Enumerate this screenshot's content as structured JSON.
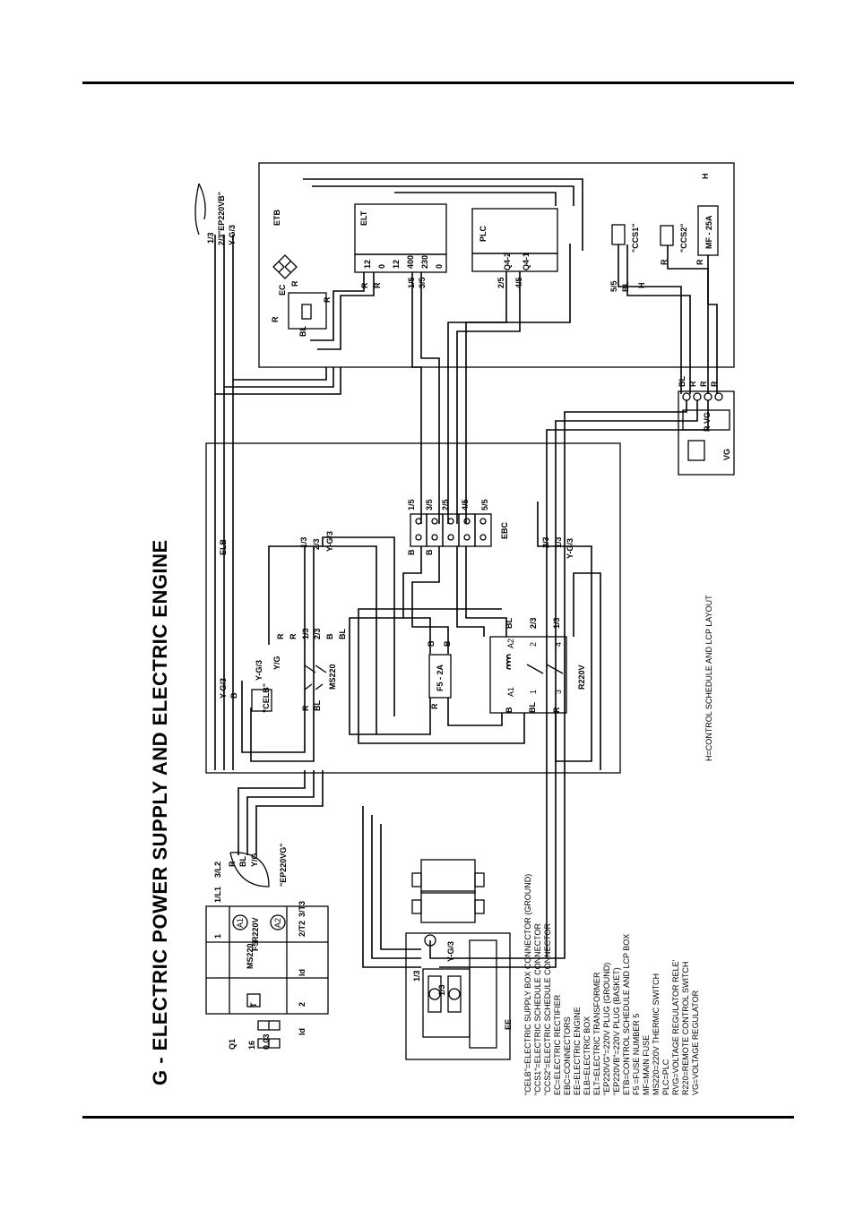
{
  "title": "G - ELECTRIC POWER SUPPLY AND ELECTRIC ENGINE",
  "components": {
    "etb": "ETB",
    "elb": "ELB",
    "elt": "ELT",
    "plc": "PLC",
    "ec": "EC",
    "ebc": "EBC",
    "ee": "EE",
    "vg": "VG",
    "rvg": "R VG",
    "f5": "F5",
    "f5_2a": "F5 - 2A",
    "ms220": "MS220",
    "r220v": "R220V",
    "mf25a": "MF - 25A",
    "ccs1": "\"CCS1\"",
    "ccs2": "\"CCS2\"",
    "celb": "\"CELB\"",
    "ep220vb": "\"EP220VB\"",
    "ep220vg": "\"EP220VG\"",
    "q1": "Q1",
    "t": "T"
  },
  "elt_terminals": [
    "12",
    "0",
    "12",
    "400",
    "230",
    "0"
  ],
  "plc_terminals": [
    "Q4-2",
    "Q4-1"
  ],
  "ebc_terminals": [
    "1/5",
    "3/5",
    "2/5",
    "4/5",
    "5/5"
  ],
  "ccs1_wires": [
    "5/5",
    "BL",
    "H"
  ],
  "ccs2_wires": [
    "R",
    "R",
    "H"
  ],
  "rvg_wires": [
    "BL",
    "R",
    "R",
    "R"
  ],
  "ep220vb_wires": [
    "1/3",
    "2/3",
    "Y-G/3"
  ],
  "ep220vg_wires": [
    "R",
    "BL",
    "Y/G"
  ],
  "elb_wires": [
    "1/3",
    "2/3",
    "Y-G/3"
  ],
  "ms220_wires": [
    "R",
    "R",
    "1/3",
    "2/3",
    "B",
    "BL"
  ],
  "celb_wires": [
    "Y-G/3",
    "B",
    "Y-G/3",
    "Y/G"
  ],
  "relay_pins": [
    "A1",
    "A2",
    "1",
    "2",
    "3",
    "4"
  ],
  "relay_wires": [
    "B",
    "BL",
    "BL",
    "2/3",
    "1/3",
    "R"
  ],
  "elb_right_wires": [
    "2/3",
    "1/3",
    "Y-G/3"
  ],
  "ec_wires": [
    "R",
    "R",
    "R",
    "BL",
    "R"
  ],
  "misc_labels": [
    "1/5",
    "3/5",
    "2/5",
    "4/5",
    "B",
    "B",
    "R",
    "R",
    "R",
    "R",
    "BL",
    "B",
    "B"
  ],
  "ms_table": {
    "row1": [
      "1",
      "1/L1",
      "3/L2"
    ],
    "row2": [
      "2",
      "2/T2",
      "3/T3"
    ],
    "q1_values": [
      "16",
      "0.03"
    ],
    "id": "Id",
    "coils": [
      "A1",
      "A2"
    ]
  },
  "ee_labels": [
    "1/3",
    "Y-G/3",
    "1/3"
  ],
  "bottom_note": "H=CONTROL SCHEDULE AND LCP LAYOUT",
  "legend": [
    "\"CELB\"=ELECTRIC SUPPLY BOX CONNECTOR (GROUND)",
    "\"CCS1\"=ELECTRIC SCHEDULE CONNECTOR",
    "\"CCS2\"=ELECTRIC SCHEDULE CONNECTOR",
    "EC=ELECTRIC RECTIFIER",
    "EBC=CONNECTORS",
    "EE=ELECTRIC ENGINE",
    "ELB=ELECTRIC BOX",
    "ELT=ELECTRIC TRANSFORMER",
    "\"EP220VG\"=220V PLUG (GROUND)",
    "\"EP220VB\"=220V PLUG (BASKET)",
    "ETB=CONTROL SCHEDULE AND LCP BOX",
    "F5 =FUSE NUMBER 5",
    "MF=MAIN FUSE",
    "MS220=220V THERMIC SWITCH",
    "PLC=PLC",
    "RVG=VOLTAGE REGULATOR RELE'",
    "R220=REMOTE CONTROL SWITCH",
    "VG=VOLTAGE REGULATOR"
  ]
}
